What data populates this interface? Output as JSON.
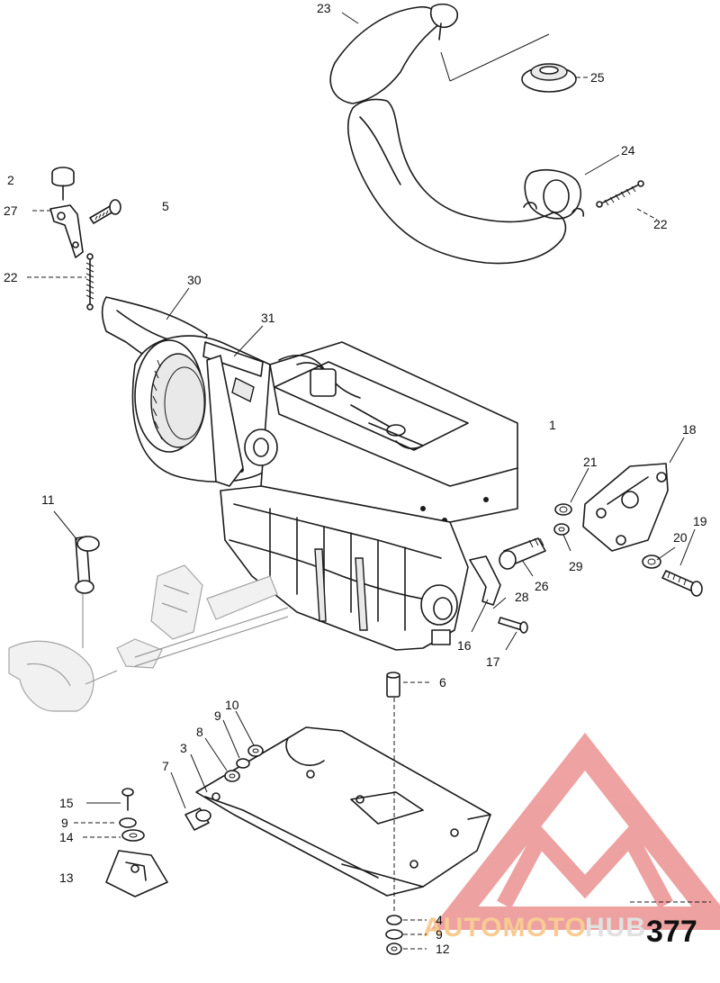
{
  "diagram": {
    "callouts": [
      {
        "id": "c23",
        "label": "23"
      },
      {
        "id": "c25",
        "label": "25"
      },
      {
        "id": "c24",
        "label": "24"
      },
      {
        "id": "c22a",
        "label": "22"
      },
      {
        "id": "c2",
        "label": "2"
      },
      {
        "id": "c27",
        "label": "27"
      },
      {
        "id": "c5",
        "label": "5"
      },
      {
        "id": "c22b",
        "label": "22"
      },
      {
        "id": "c30",
        "label": "30"
      },
      {
        "id": "c31",
        "label": "31"
      },
      {
        "id": "c1",
        "label": "1"
      },
      {
        "id": "c18",
        "label": "18"
      },
      {
        "id": "c21",
        "label": "21"
      },
      {
        "id": "c20",
        "label": "20"
      },
      {
        "id": "c19",
        "label": "19"
      },
      {
        "id": "c29",
        "label": "29"
      },
      {
        "id": "c28",
        "label": "28"
      },
      {
        "id": "c26",
        "label": "26"
      },
      {
        "id": "c11",
        "label": "11"
      },
      {
        "id": "c16",
        "label": "16"
      },
      {
        "id": "c17",
        "label": "17"
      },
      {
        "id": "c6",
        "label": "6"
      },
      {
        "id": "c10",
        "label": "10"
      },
      {
        "id": "c9a",
        "label": "9"
      },
      {
        "id": "c8",
        "label": "8"
      },
      {
        "id": "c3",
        "label": "3"
      },
      {
        "id": "c7",
        "label": "7"
      },
      {
        "id": "c15",
        "label": "15"
      },
      {
        "id": "c9b",
        "label": "9"
      },
      {
        "id": "c14",
        "label": "14"
      },
      {
        "id": "c13",
        "label": "13"
      },
      {
        "id": "c4",
        "label": "4"
      },
      {
        "id": "c9c",
        "label": "9"
      },
      {
        "id": "c12",
        "label": "12"
      }
    ],
    "page_number": "377"
  },
  "watermark": {
    "text": "AUTOMOTO",
    "text_tail": "HUB",
    "colors": {
      "red": "#e05555",
      "orange": "#f2a23a",
      "gray": "#c9c9c9"
    }
  }
}
